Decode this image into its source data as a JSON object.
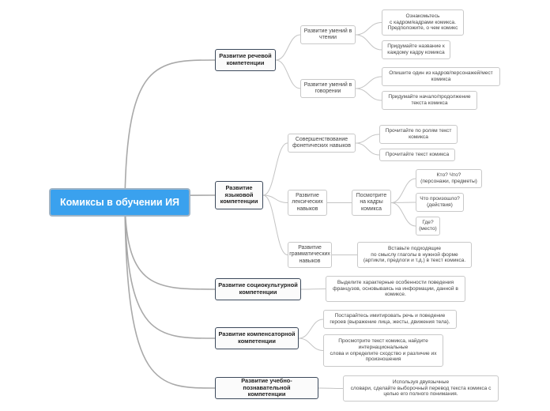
{
  "root": {
    "label": "Комиксы в обучении ИЯ"
  },
  "speech": {
    "label": "Развитие речевой\nкомпетенции",
    "skills_reading": {
      "label": "Развитие умений в\nчтении",
      "tasks": [
        "Ознакомьтесь\nс кадром/кадрами комикса.\nПредположите, о чем комикс",
        "Придумайте название к\nкаждому кадру комикса"
      ]
    },
    "skills_speaking": {
      "label": "Развитие умений в\nговорении",
      "tasks": [
        "Опишите один из кадров/персонажей/мест\nкомикса",
        "Придумайте начало/продолжение\nтекста комикса"
      ]
    }
  },
  "language": {
    "label": "Развитие\nязыковой\nкомпетенции",
    "phonetic": {
      "label": "Совершенствование\nфонетических навыков",
      "tasks": [
        "Прочитайте по ролям текст\nкомикса",
        "Прочитайте текст комикса"
      ]
    },
    "lexical": {
      "label": "Развитие\nлексических\nнавыков",
      "look": "Посмотрите\nна кадры\nкомикса",
      "tasks": [
        "Кто? Что?\n(персонажи, предметы)",
        "Что произошло?\n(действия)",
        "Где?\n(место)"
      ]
    },
    "grammar": {
      "label": "Развитие\nграмматических\nнавыков",
      "task": "Вставьте подходящие\nпо смыслу глаголы в нужной форме\n(артикли, предлоги и т.д.) в текст комикса."
    }
  },
  "sociocultural": {
    "label": "Развитие социокультурной\nкомпетенции",
    "task": "Выделите характерные особенности поведения\nфранцузов, основываясь на информации, данной в\nкомиксе."
  },
  "compensatory": {
    "label": "Развитие компенсаторной\nкомпетенции",
    "tasks": [
      "Постарайтесь имитировать речь и поведение\nгероев (выражение лица, жесты, движения тела).",
      "Просмотрите текст комикса, найдите\nинтернациональные\nслова и определите сходство и различие их\nпроизношения"
    ]
  },
  "cognitive": {
    "label": "Развитие учебно-познавательной\nкомпетенции",
    "task": "Используя двуязычные\nсловари, сделайте выборочный перевод текста комикса с\nцелью его полного понимания."
  }
}
